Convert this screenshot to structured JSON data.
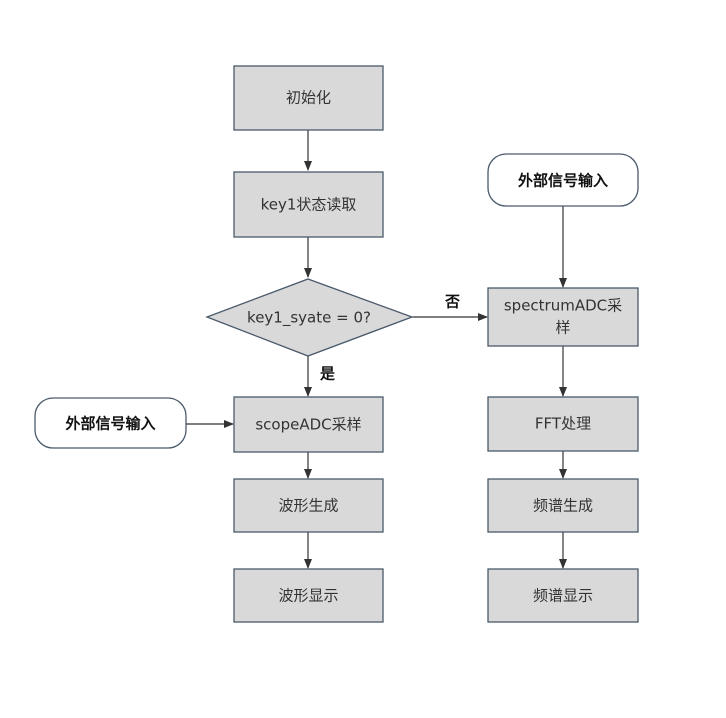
{
  "nodes": {
    "init": "初始化",
    "read_key": "key1状态读取",
    "decision": "key1_syate = 0?",
    "scope_adc": "scopeADC采样",
    "wave_gen": "波形生成",
    "wave_show": "波形显示",
    "ext_input_left": "外部信号输入",
    "ext_input_right": "外部信号输入",
    "spectrum_adc_line1": "spectrumADC采",
    "spectrum_adc_line2": "样",
    "fft": "FFT处理",
    "spec_gen": "频谱生成",
    "spec_show": "频谱显示"
  },
  "edges": {
    "yes_label": "是",
    "no_label": "否"
  },
  "colors": {
    "box_fill": "#d9d9d9",
    "box_stroke": "#4a5a6a",
    "terminal_fill": "#ffffff",
    "arrow": "#333333"
  }
}
